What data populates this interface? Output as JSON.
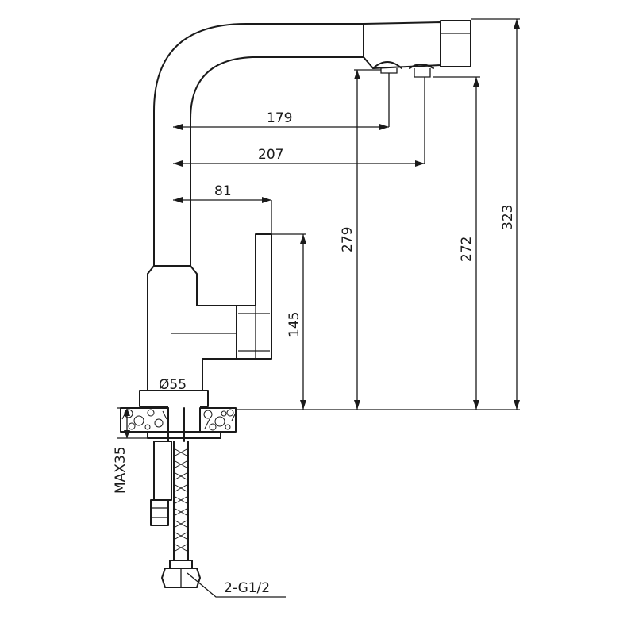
{
  "dimensions": {
    "spout_reach_1": "179",
    "spout_reach_2": "207",
    "handle_offset": "81",
    "body_height": "145",
    "height_outlet_1": "279",
    "height_outlet_2": "272",
    "overall_height": "323",
    "base_diameter": "Ø55",
    "max_counter_thickness": "MAX35",
    "hose_thread": "2-G1/2"
  },
  "colors": {
    "line": "#1a1a1a",
    "background": "#ffffff"
  }
}
